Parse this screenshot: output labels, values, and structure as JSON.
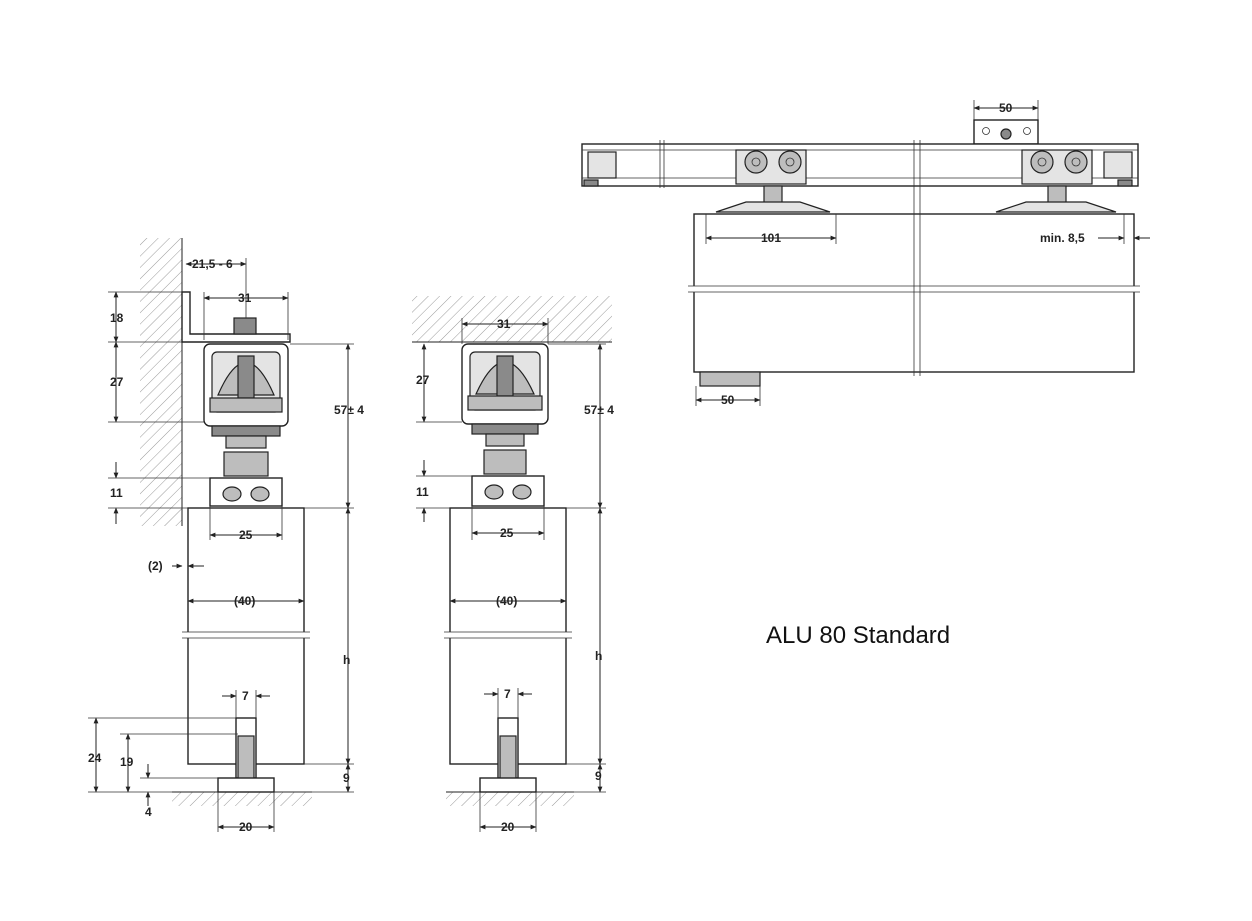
{
  "title": "ALU 80 Standard",
  "left_view": {
    "dim_offset": "21,5 - 6",
    "dim_track_width": "31",
    "dim_bracket": "18",
    "dim_track_height": "27",
    "dim_total": "57± 4",
    "dim_hanger": "11",
    "dim_plate": "25",
    "dim_gap": "(2)",
    "dim_door": "(40)",
    "dim_h": "h",
    "dim_guide_slot": "7",
    "dim_24": "24",
    "dim_19": "19",
    "dim_9": "9",
    "dim_4": "4",
    "dim_guide_width": "20"
  },
  "middle_view": {
    "dim_track_width": "31",
    "dim_track_height": "27",
    "dim_total": "57± 4",
    "dim_hanger": "11",
    "dim_plate": "25",
    "dim_door": "(40)",
    "dim_h": "h",
    "dim_guide_slot": "7",
    "dim_9": "9",
    "dim_guide_width": "20"
  },
  "front_view": {
    "dim_bracket_top": "50",
    "dim_101": "101",
    "dim_min": "min. 8,5",
    "dim_guide_bottom": "50"
  }
}
